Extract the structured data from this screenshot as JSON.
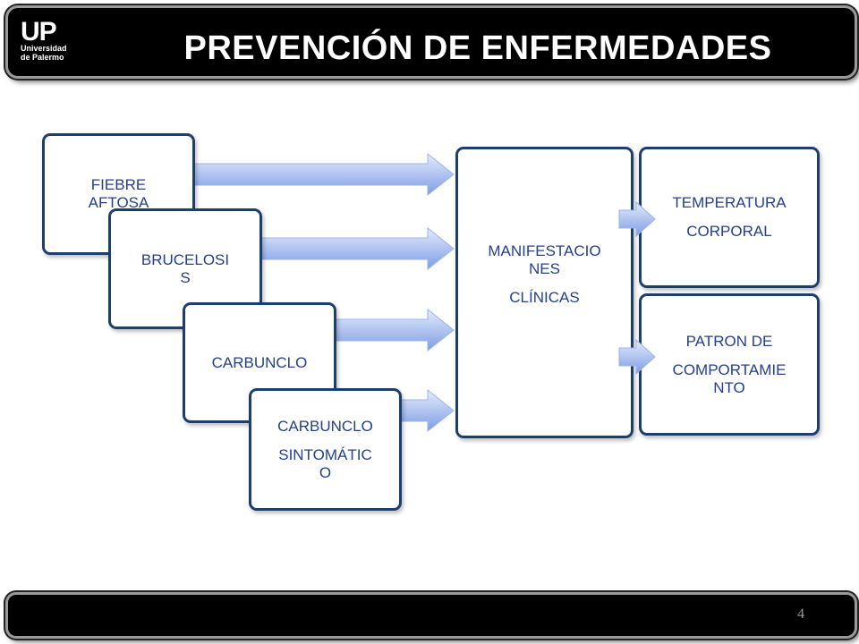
{
  "header": {
    "logo_main": "UP",
    "logo_line1": "Universidad",
    "logo_line2": "de Palermo",
    "title": "PREVENCIÓN DE ENFERMEDADES"
  },
  "diagram": {
    "diseases": [
      {
        "lines": [
          "FIEBRE",
          "AFTOSA"
        ]
      },
      {
        "lines": [
          "BRUCELOSI",
          "S"
        ]
      },
      {
        "lines": [
          "CARBUNCLO"
        ]
      },
      {
        "lines": [
          "CARBUNCLO",
          "SINTOMÁTIC",
          "O"
        ]
      }
    ],
    "center": {
      "lines": [
        "MANIFESTACIO",
        "NES",
        "CLÍNICAS"
      ]
    },
    "outcomes": [
      {
        "lines": [
          "TEMPERATURA",
          "CORPORAL"
        ]
      },
      {
        "lines": [
          "PATRON DE",
          "COMPORTAMIE",
          "NTO"
        ]
      }
    ]
  },
  "footer": {
    "page_number": "4"
  },
  "colors": {
    "box_border": "#1c3f6e",
    "box_text": "#24408f",
    "arrow_fill_top": "#dde6fb",
    "arrow_fill_bottom": "#7f9fe6",
    "bar": "#000000"
  }
}
